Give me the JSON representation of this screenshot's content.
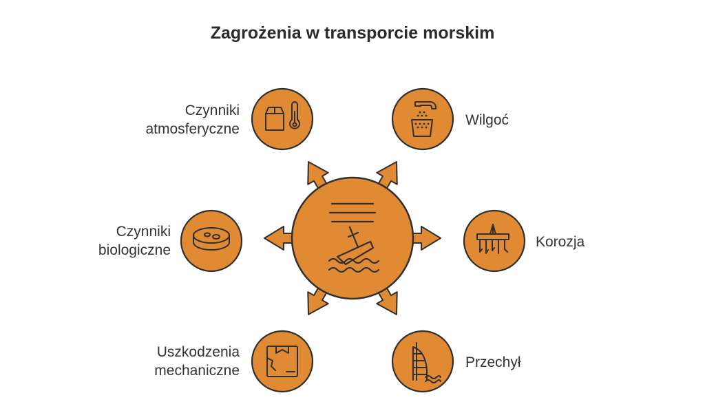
{
  "title": "Zagrożenia w transporcie morskim",
  "colors": {
    "fill": "#E08A34",
    "stroke": "#2f2f2f"
  },
  "center": {
    "icon": "sinking-ship-icon"
  },
  "nodes": [
    {
      "id": "czynniki-atmosferyczne",
      "lines": [
        "Czynniki",
        "atmosferyczne"
      ],
      "icon": "box-thermometer-icon"
    },
    {
      "id": "wilgoc",
      "lines": [
        "Wilgoć"
      ],
      "icon": "faucet-drops-icon"
    },
    {
      "id": "korozja",
      "lines": [
        "Korozja"
      ],
      "icon": "rusted-structure-icon"
    },
    {
      "id": "przechyl",
      "lines": [
        "Przechył"
      ],
      "icon": "tilted-tower-water-icon"
    },
    {
      "id": "uszkodzenia-mechaniczne",
      "lines": [
        "Uszkodzenia",
        "mechaniczne"
      ],
      "icon": "damaged-box-icon"
    },
    {
      "id": "czynniki-biologiczne",
      "lines": [
        "Czynniki",
        "biologiczne"
      ],
      "icon": "petri-dish-icon"
    }
  ]
}
